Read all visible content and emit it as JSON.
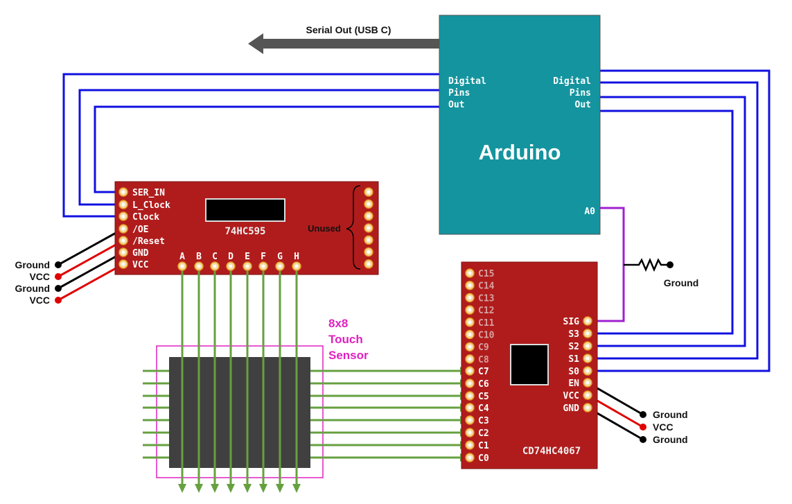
{
  "colors": {
    "wire_blue": "#1010e0",
    "wire_purple": "#a020d0",
    "wire_green": "#66a040",
    "wire_red": "#e00000",
    "wire_black": "#000000",
    "board_red": "#b01c1c",
    "arduino_teal": "#14949e",
    "touch_border": "#e020c0",
    "touch_fill": "#404040",
    "arrow_gray": "#555555"
  },
  "serial_out": {
    "label": "Serial Out (USB C)"
  },
  "arduino": {
    "title": "Arduino",
    "left_pins_label": [
      "Digital",
      "Pins",
      "Out"
    ],
    "right_pins_label": [
      "Digital",
      "Pins",
      "Out"
    ],
    "analog_pin": "A0"
  },
  "shift_register": {
    "chip_label": "74HC595",
    "pins": [
      "SER_IN",
      "L_Clock",
      "Clock",
      "/OE",
      "/Reset",
      "GND",
      "VCC"
    ],
    "outputs": [
      "A",
      "B",
      "C",
      "D",
      "E",
      "F",
      "G",
      "H"
    ],
    "unused_label": "Unused"
  },
  "left_power": [
    "Ground",
    "VCC",
    "Ground",
    "VCC"
  ],
  "touch_sensor": {
    "label": [
      "8x8",
      "Touch",
      "Sensor"
    ]
  },
  "mux": {
    "chip_label": "CD74HC4067",
    "channels_upper": [
      "C15",
      "C14",
      "C13",
      "C12",
      "C11",
      "C10",
      "C9",
      "C8"
    ],
    "channels_lower": [
      "C7",
      "C6",
      "C5",
      "C4",
      "C3",
      "C2",
      "C1",
      "C0"
    ],
    "right_pins": [
      "SIG",
      "S3",
      "S2",
      "S1",
      "S0",
      "EN",
      "VCC",
      "GND"
    ]
  },
  "resistor": {
    "ground_label": "Ground"
  },
  "right_power": [
    "Ground",
    "VCC",
    "Ground"
  ]
}
